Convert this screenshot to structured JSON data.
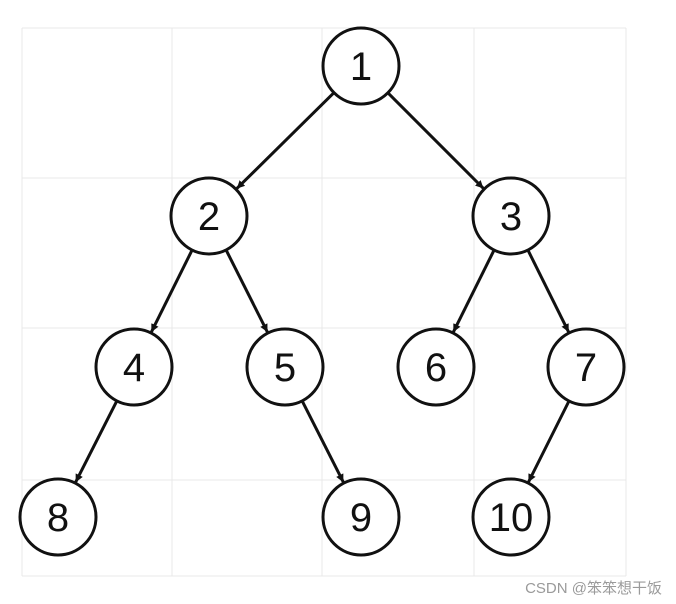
{
  "diagram": {
    "type": "binary-tree",
    "nodes": [
      {
        "id": "n1",
        "label": "1"
      },
      {
        "id": "n2",
        "label": "2"
      },
      {
        "id": "n3",
        "label": "3"
      },
      {
        "id": "n4",
        "label": "4"
      },
      {
        "id": "n5",
        "label": "5"
      },
      {
        "id": "n6",
        "label": "6"
      },
      {
        "id": "n7",
        "label": "7"
      },
      {
        "id": "n8",
        "label": "8"
      },
      {
        "id": "n9",
        "label": "9"
      },
      {
        "id": "n10",
        "label": "10"
      }
    ],
    "edges": [
      {
        "from": "n1",
        "to": "n2"
      },
      {
        "from": "n1",
        "to": "n3"
      },
      {
        "from": "n2",
        "to": "n4"
      },
      {
        "from": "n2",
        "to": "n5"
      },
      {
        "from": "n3",
        "to": "n6"
      },
      {
        "from": "n3",
        "to": "n7"
      },
      {
        "from": "n4",
        "to": "n8"
      },
      {
        "from": "n5",
        "to": "n9"
      },
      {
        "from": "n7",
        "to": "n10"
      }
    ],
    "colors": {
      "node_fill": "#ffffff",
      "node_stroke": "#111111",
      "edge": "#111111",
      "grid": "#e9e9e9"
    }
  },
  "watermark": "CSDN @笨笨想干饭"
}
